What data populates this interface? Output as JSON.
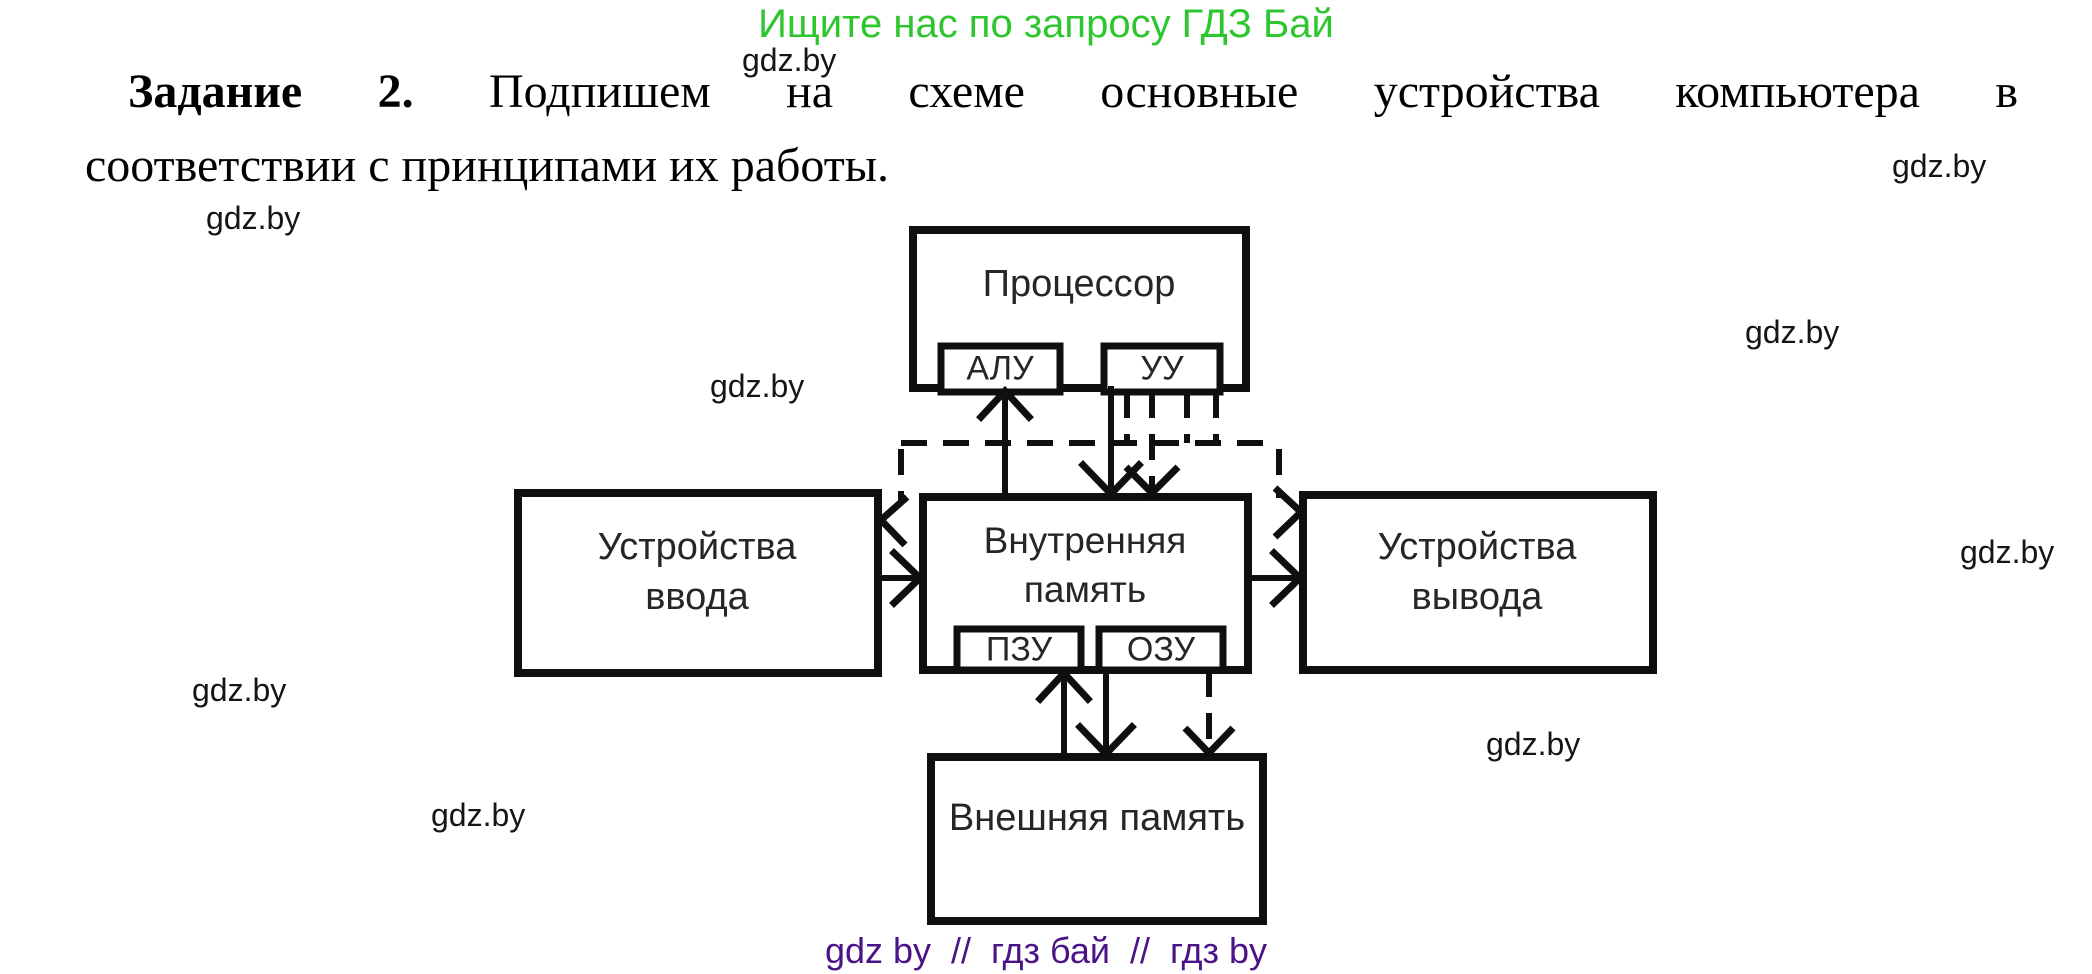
{
  "header": {
    "promo": "Ищите нас по запросу ГДЗ Бай"
  },
  "title": {
    "task_label": "Задание 2.",
    "line1_rest": "Подпишем на схеме основные устройства компьютера в",
    "line2": "соответствии с принципами их работы."
  },
  "watermark": {
    "text": "gdz.by"
  },
  "diagram": {
    "processor": {
      "label": "Процессор"
    },
    "alu": {
      "label": "АЛУ"
    },
    "control_unit": {
      "label": "УУ"
    },
    "internal_memory": {
      "label": "Внутренняя\nпамять"
    },
    "rom": {
      "label": "ПЗУ"
    },
    "ram": {
      "label": "ОЗУ"
    },
    "input_devices": {
      "label": "Устройства\nввода"
    },
    "output_devices": {
      "label": "Устройства\nвывода"
    },
    "external_memory": {
      "label": "Внешняя память"
    }
  },
  "footer": {
    "text": "gdz by  //  гдз бай  //  гдз by"
  },
  "colors": {
    "promo_green": "#2ec62e",
    "footer_purple": "#4a1487",
    "ink": "#111111"
  }
}
